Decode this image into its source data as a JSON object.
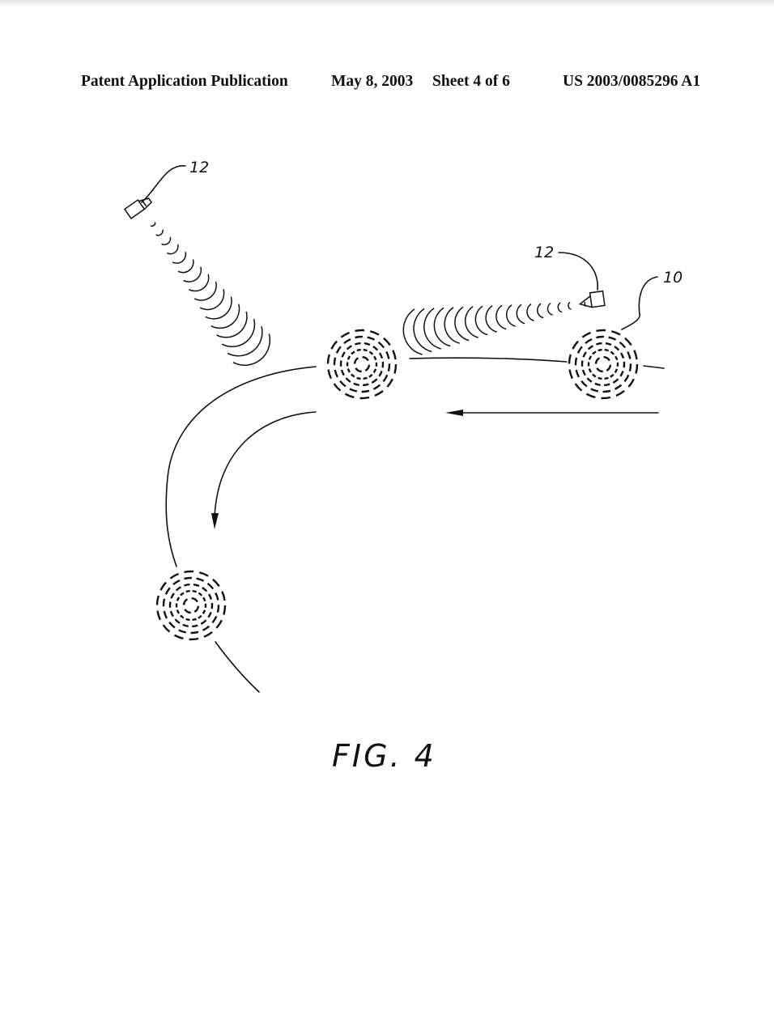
{
  "header": {
    "publication": "Patent Application Publication",
    "date": "May 8, 2003",
    "sheet": "Sheet 4 of 6",
    "number": "US 2003/0085296 A1"
  },
  "figure": {
    "caption": "FIG. 4",
    "labels": {
      "satellite_left": "12",
      "satellite_right": "12",
      "device": "10"
    }
  }
}
